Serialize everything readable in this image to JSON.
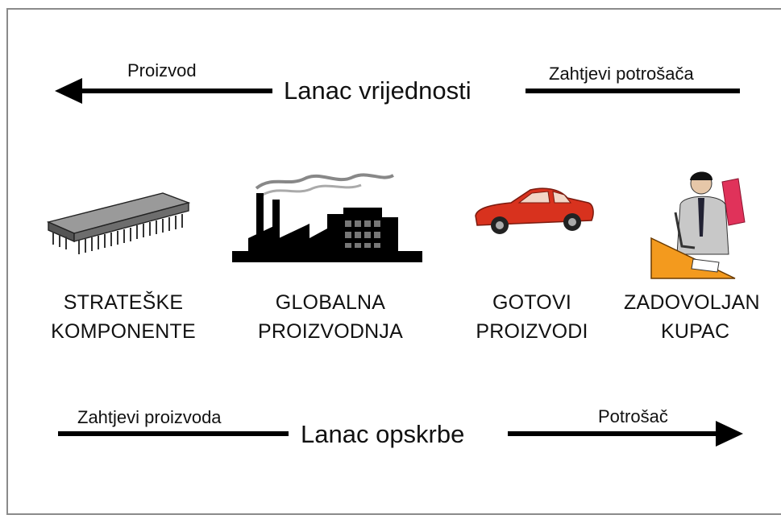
{
  "top_chain": {
    "title": "Lanac vrijednosti",
    "left_caption": "Proizvod",
    "right_caption": "Zahtjevi potrošača"
  },
  "items": [
    {
      "icon": "microchip-icon",
      "line1": "STRATEŠKE",
      "line2": "KOMPONENTE"
    },
    {
      "icon": "factory-icon",
      "line1": "GLOBALNA",
      "line2": "PROIZVODNJA"
    },
    {
      "icon": "car-icon",
      "line1": "GOTOVI",
      "line2": "PROIZVODI"
    },
    {
      "icon": "customer-icon",
      "line1": "ZADOVOLJAN",
      "line2": "KUPAC"
    }
  ],
  "bottom_chain": {
    "title": "Lanac opskrbe",
    "left_caption": "Zahtjevi proizvoda",
    "right_caption": "Potrošač"
  },
  "colors": {
    "arrow": "#000000",
    "car": "#d8321e",
    "desk": "#f39a1e",
    "chair": "#e0325a"
  }
}
